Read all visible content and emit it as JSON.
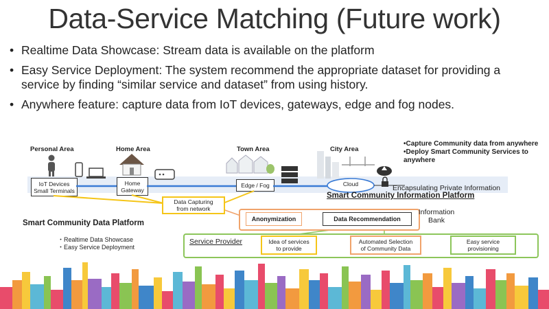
{
  "title": "Data-Service Matching (Future work)",
  "bullets": [
    "Realtime Data Showcase: Stream data is available on the platform",
    "Easy Service Deployment: The system recommend the appropriate dataset for providing a service by finding “similar service and dataset” from using history.",
    "Anywhere feature: capture data from IoT devices, gateways, edge and fog nodes."
  ],
  "bullet_symbol": "•",
  "diagram": {
    "areas": {
      "personal": "Personal Area",
      "home": "Home Area",
      "town": "Town Area",
      "city": "City Area"
    },
    "capture_notes": [
      "•Capture Community data from anywhere",
      "•Deploy Smart Community Services to anywhere"
    ],
    "iot_devices": "IoT Devices",
    "small_terminals": "Small Terminals",
    "home_gateway_1": "Home",
    "home_gateway_2": "Gateway",
    "edge_fog": "Edge / Fog",
    "cloud": "Cloud",
    "encapsulating": "Encapsulating Private Information",
    "sci_platform": "Smart Community Information Platform",
    "data_capturing_1": "Data Capturing",
    "data_capturing_2": "from network",
    "anonymization": "Anonymization",
    "data_recommendation": "Data Recommendation",
    "info_bank_1": "Information",
    "info_bank_2": "Bank",
    "scd_platform": "Smart Community Data Platform",
    "features": [
      "・Realtime Data Showcase",
      "・Easy Service Deployment"
    ],
    "service_provider": "Service Provider",
    "idea_1": "Idea of services",
    "idea_2": "to provide",
    "automated_1": "Automated Selection",
    "automated_2": "of Community Data",
    "easy_1": "Easy service",
    "easy_2": "provisioning"
  },
  "colors": {
    "yellow": "#f5c518",
    "orange": "#f0a36b",
    "green": "#8cc55a",
    "blue_band": "#e6edf7"
  }
}
